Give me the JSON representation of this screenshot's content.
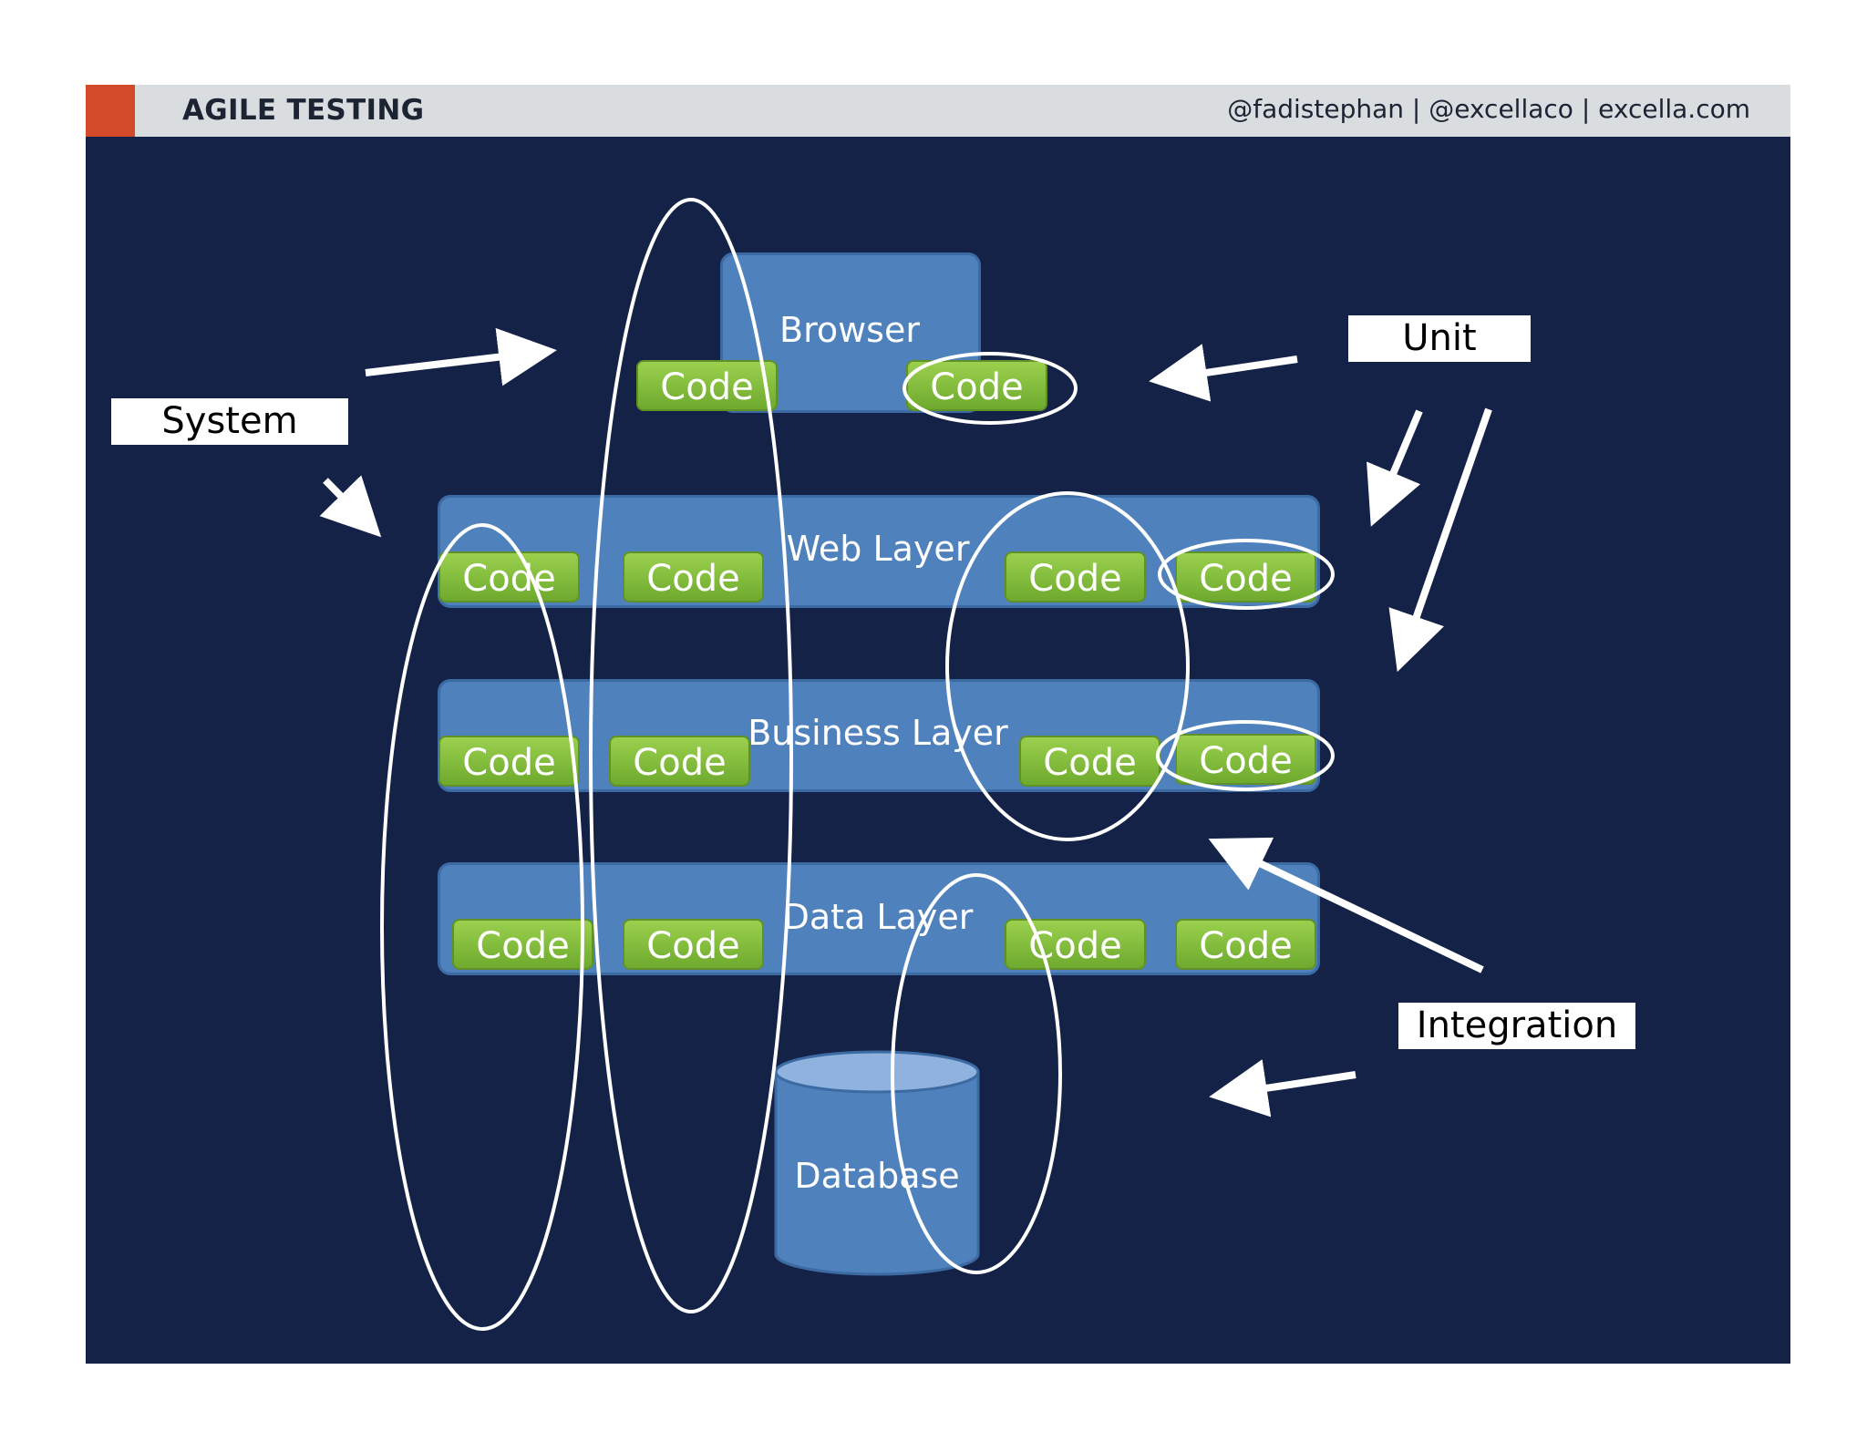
{
  "header": {
    "title": "AGILE TESTING",
    "credits": "@fadistephan | @excellaco | excella.com"
  },
  "layers": {
    "browser": "Browser",
    "web": "Web Layer",
    "business": "Business Layer",
    "data": "Data Layer",
    "database": "Database"
  },
  "code_label": "Code",
  "callouts": {
    "system": "System",
    "unit": "Unit",
    "integration": "Integration"
  },
  "colors": {
    "slide_background": "#142247",
    "header_background": "#d9dde0",
    "accent": "#d34a2b",
    "layer_blue": "#4f81bd",
    "code_green": "#8cc63f",
    "annotation": "#ffffff"
  }
}
